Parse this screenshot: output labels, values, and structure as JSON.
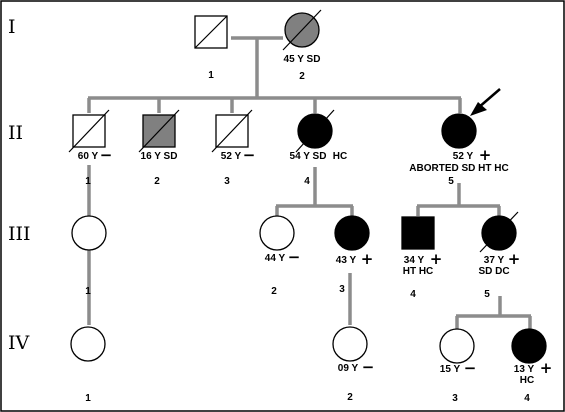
{
  "colors": {
    "affected": "#000000",
    "unaffected": "#ffffff",
    "partial": "#808080",
    "lines": "#8c8c8c"
  },
  "generations": [
    "I",
    "II",
    "III",
    "IV"
  ],
  "members": {
    "I1": {
      "number": "1",
      "sex": "male",
      "status": "unaffected",
      "deceased": true
    },
    "I2": {
      "number": "2",
      "sex": "female",
      "status": "partial",
      "deceased": true,
      "info1": "45 Y SD"
    },
    "II1": {
      "number": "1",
      "sex": "male",
      "status": "unaffected",
      "deceased": true,
      "info1": "60 Y",
      "sign": "−"
    },
    "II2": {
      "number": "2",
      "sex": "male",
      "status": "partial",
      "deceased": true,
      "info1": "16 Y SD"
    },
    "II3": {
      "number": "3",
      "sex": "male",
      "status": "unaffected",
      "deceased": true,
      "info1": "52 Y",
      "sign": "−"
    },
    "II4": {
      "number": "4",
      "sex": "female",
      "status": "affected",
      "deceased": true,
      "info1": "54 Y SD",
      "info_side": "HC"
    },
    "II5": {
      "number": "5",
      "sex": "female",
      "status": "affected",
      "deceased": false,
      "proband": true,
      "info1": "52 Y",
      "sign": "+",
      "info2": "ABORTED SD HT HC"
    },
    "III1": {
      "number": "1",
      "sex": "female",
      "status": "unaffected",
      "deceased": false
    },
    "III2": {
      "number": "2",
      "sex": "female",
      "status": "unaffected",
      "deceased": false,
      "info1": "44 Y",
      "sign": "−"
    },
    "III3": {
      "number": "3",
      "sex": "female",
      "status": "affected",
      "deceased": false,
      "info1": "43 Y",
      "sign": "+"
    },
    "III4": {
      "number": "4",
      "sex": "male",
      "status": "affected",
      "deceased": false,
      "info1": "34 Y",
      "sign": "+",
      "info2": "HT HC"
    },
    "III5": {
      "number": "5",
      "sex": "female",
      "status": "affected",
      "deceased": true,
      "info1": "37 Y",
      "sign": "+",
      "info2": "SD DC"
    },
    "IV1": {
      "number": "1",
      "sex": "female",
      "status": "unaffected",
      "deceased": false
    },
    "IV2": {
      "number": "2",
      "sex": "female",
      "status": "unaffected",
      "deceased": false,
      "info1": "09 Y",
      "sign": "−"
    },
    "IV3": {
      "number": "3",
      "sex": "female",
      "status": "unaffected",
      "deceased": false,
      "info1": "15 Y",
      "sign": "−"
    },
    "IV4": {
      "number": "4",
      "sex": "female",
      "status": "affected",
      "deceased": false,
      "info1": "13 Y",
      "sign": "+",
      "info2": "HC"
    }
  }
}
